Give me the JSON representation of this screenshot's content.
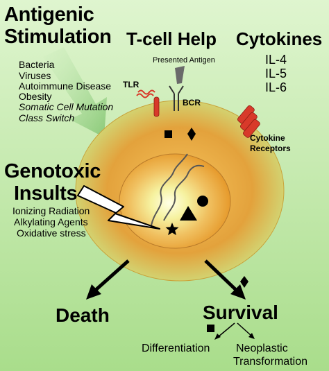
{
  "antigenic": {
    "title_line1": "Antigenic",
    "title_line2": "Stimulation",
    "items": [
      "Bacteria",
      "Viruses",
      "Autoimmune Disease",
      "Obesity",
      "Somatic Cell Mutation",
      "Class Switch"
    ]
  },
  "tcell": {
    "title": "T-cell Help"
  },
  "cytokines": {
    "title": "Cytokines",
    "items": [
      "IL-4",
      "IL-5",
      "IL-6"
    ]
  },
  "labels": {
    "presented_antigen": "Presented Antigen",
    "tlr": "TLR",
    "bcr": "BCR",
    "cytokine_receptors_line1": "Cytokine",
    "cytokine_receptors_line2": "Receptors"
  },
  "genotoxic": {
    "title_line1": "Genotoxic",
    "title_line2": "Insults",
    "items": [
      "Ionizing Radiation",
      "Alkylating Agents",
      "Oxidative stress"
    ]
  },
  "outcomes": {
    "death": "Death",
    "survival": "Survival",
    "differentiation": "Differentiation",
    "neoplastic_line1": "Neoplastic",
    "neoplastic_line2": "Transformation"
  },
  "colors": {
    "cell_outer": "#e0a032",
    "nucleus_core": "#ffffc8",
    "nucleus_edge": "#e99a2a",
    "receptor_red": "#d83a2a",
    "antigen_grey": "#6a6a6a",
    "arrow_green": "#8fc97a"
  }
}
